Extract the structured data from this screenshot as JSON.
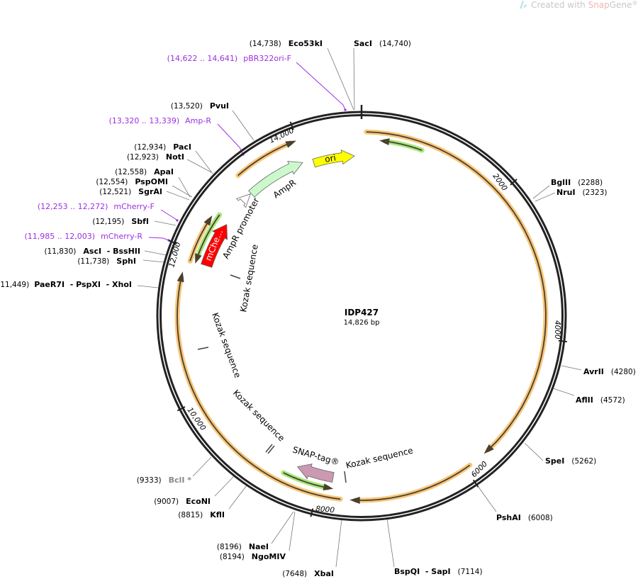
{
  "watermark": {
    "prefix": "Created with ",
    "brand_a": "Snap",
    "brand_b": "Gene",
    "reg": "®"
  },
  "plasmid": {
    "name": "IDP427",
    "length": "14,826 bp"
  },
  "ticks": [
    "2000",
    "4000",
    "6000",
    "8000",
    "10,000",
    "12,000",
    "14,000"
  ],
  "features": {
    "ori": "ori",
    "ampr": "AmpR",
    "ampr_promoter": "AmpR promoter",
    "mcherry": "mChe...",
    "snap": "SNAP-tag®",
    "kozak": "Kozak sequence"
  },
  "sites": [
    {
      "pos": "(14,738)",
      "name": "Eco53kI"
    },
    {
      "pos": "(14,740)",
      "name": "SacI"
    },
    {
      "pos": "(13,520)",
      "name": "PvuI"
    },
    {
      "pos": "(12,934)",
      "name": "PacI"
    },
    {
      "pos": "(12,923)",
      "name": "NotI"
    },
    {
      "pos": "(12,558)",
      "name": "ApaI"
    },
    {
      "pos": "(12,554)",
      "name": "PspOMI"
    },
    {
      "pos": "(12,521)",
      "name": "SgrAI"
    },
    {
      "pos": "(12,195)",
      "name": "SbfI"
    },
    {
      "pos": "(11,830)",
      "name": "AscI  - BssHII"
    },
    {
      "pos": "(11,738)",
      "name": "SphI"
    },
    {
      "pos": "(11,449)",
      "name": "PaeR7I  - PspXI  - XhoI"
    },
    {
      "pos": "(9333)",
      "name": "BclI *"
    },
    {
      "pos": "(9007)",
      "name": "EcoNI"
    },
    {
      "pos": "(8815)",
      "name": "KflI"
    },
    {
      "pos": "(8196)",
      "name": "NaeI"
    },
    {
      "pos": "(8194)",
      "name": "NgoMIV"
    },
    {
      "pos": "(7648)",
      "name": "XbaI"
    },
    {
      "pos": "(7114)",
      "name": "BspQI  - SapI"
    },
    {
      "pos": "(6008)",
      "name": "PshAI"
    },
    {
      "pos": "(5262)",
      "name": "SpeI"
    },
    {
      "pos": "(4572)",
      "name": "AflII"
    },
    {
      "pos": "(4280)",
      "name": "AvrII"
    },
    {
      "pos": "(2323)",
      "name": "NruI"
    },
    {
      "pos": "(2288)",
      "name": "BglII"
    }
  ],
  "primers": [
    {
      "range": "(14,622 .. 14,641)",
      "name": "pBR322ori-F"
    },
    {
      "range": "(13,320 .. 13,339)",
      "name": "Amp-R"
    },
    {
      "range": "(12,253 .. 12,272)",
      "name": "mCherry-F"
    },
    {
      "range": "(11,985 .. 12,003)",
      "name": "mCherry-R"
    }
  ],
  "colors": {
    "backbone": "#222222",
    "orf_orange": "#f8c77a",
    "primer_green": "#a6e87a",
    "ori": "#ffff00",
    "ampr": "#ccf9cc",
    "mcherry": "#ff0000",
    "snap": "#cc99b2",
    "primer_text": "#9b30e0"
  }
}
